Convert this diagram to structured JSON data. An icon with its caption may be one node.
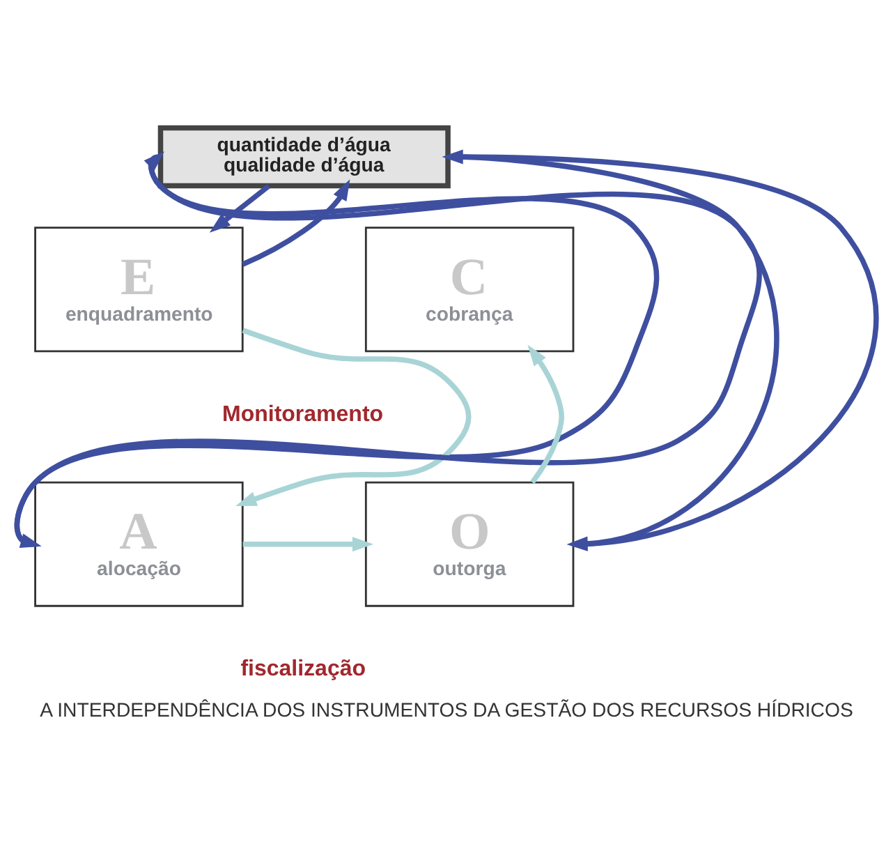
{
  "diagram": {
    "caption": "A INTERDEPENDÊNCIA DOS INSTRUMENTOS DA GESTÃO DOS RECURSOS HÍDRICOS",
    "nodes": [
      {
        "text": [
          "quantidade d’água",
          "qualidade d’água"
        ]
      },
      {
        "text": [
          "E",
          "enquadramento"
        ]
      },
      {
        "text": [
          "C",
          "cobrança"
        ]
      },
      {
        "text": [
          "Monitoramento"
        ]
      },
      {
        "text": [
          "A",
          "alocação"
        ]
      },
      {
        "text": [
          "O",
          "outorga"
        ]
      }
    ],
    "edges": [
      {
        "from": 0,
        "to": 1,
        "arrow": "to"
      },
      {
        "from": 1,
        "to": 0,
        "arrow": "to"
      },
      {
        "from": 1,
        "to": 4,
        "arrow": "to",
        "color": "#a8d4d6"
      },
      {
        "from": 0,
        "to": 4,
        "arrow": "to"
      },
      {
        "from": 4,
        "to": 0,
        "arrow": "to"
      },
      {
        "from": 4,
        "to": 5,
        "arrow": "to",
        "color": "#a8d4d6"
      },
      {
        "from": 5,
        "to": 2,
        "arrow": "to",
        "color": "#a8d4d6"
      },
      {
        "from": 0,
        "to": 5,
        "arrow": "to"
      },
      {
        "from": 5,
        "to": 0,
        "arrow": "to"
      }
    ],
    "labels": [
      "fiscalização"
    ]
  }
}
